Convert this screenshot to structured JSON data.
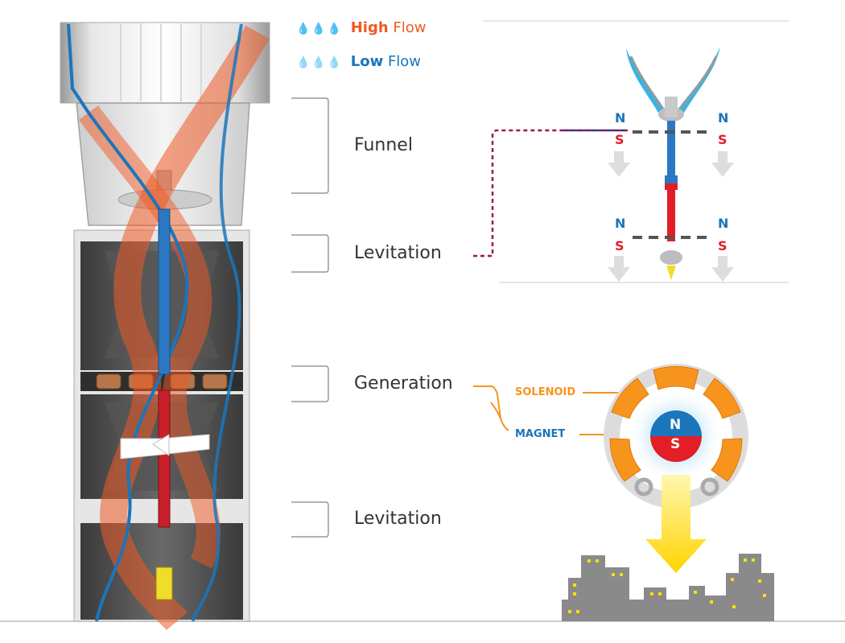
{
  "legend": {
    "high": {
      "bold": "High",
      "rest": "Flow",
      "color": "#ef5a24"
    },
    "low": {
      "bold": "Low",
      "rest": "Flow",
      "color": "#1b75bb"
    }
  },
  "sections": {
    "funnel": "Funnel",
    "levitation_top": "Levitation",
    "generation": "Generation",
    "levitation_bottom": "Levitation"
  },
  "levitation_detail": {
    "pole_n": "N",
    "pole_s": "S"
  },
  "generator_detail": {
    "solenoid_label": "SOLENOID",
    "magnet_label": "MAGNET",
    "magnet_n": "N",
    "magnet_s": "S"
  },
  "colors": {
    "high_flow": "#ef5a24",
    "low_flow": "#1b75bb",
    "north": "#1b75bb",
    "south": "#e31e27",
    "solenoid": "#f7941d",
    "city": "#8a8a8a",
    "windows": "#f7e200"
  },
  "icons": [
    "water-drop-icon",
    "arrow-down-icon",
    "rotation-arrow-icon",
    "city-icon"
  ]
}
